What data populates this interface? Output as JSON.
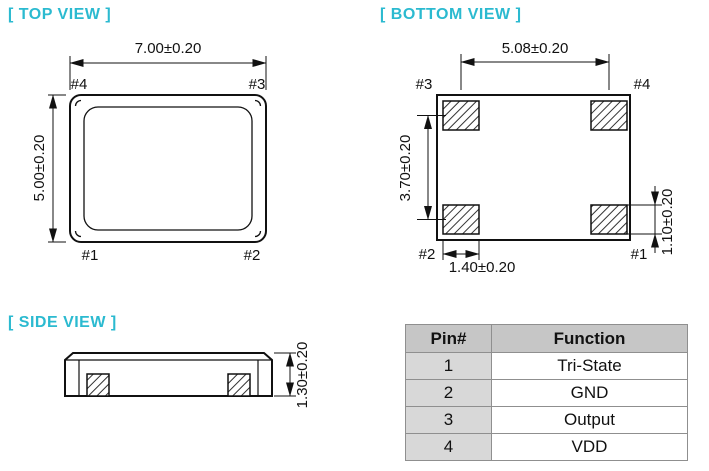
{
  "top_view": {
    "label": "[ TOP VIEW ]",
    "width_dim": "7.00±0.20",
    "height_dim": "5.00±0.20",
    "pin_top_left": "#4",
    "pin_top_right": "#3",
    "pin_bottom_left": "#1",
    "pin_bottom_right": "#2"
  },
  "bottom_view": {
    "label": "[ BOTTOM VIEW ]",
    "width_dim": "5.08±0.20",
    "height_dim": "3.70±0.20",
    "pad_height_dim": "1.10±0.20",
    "pad_width_dim": "1.40±0.20",
    "pin_top_left": "#3",
    "pin_top_right": "#4",
    "pin_bottom_left": "#2",
    "pin_bottom_right": "#1"
  },
  "side_view": {
    "label": "[ SIDE VIEW ]",
    "height_dim": "1.30±0.20"
  },
  "pin_table": {
    "headers": [
      "Pin#",
      "Function"
    ],
    "rows": [
      {
        "pin": "1",
        "function": "Tri-State"
      },
      {
        "pin": "2",
        "function": "GND"
      },
      {
        "pin": "3",
        "function": "Output"
      },
      {
        "pin": "4",
        "function": "VDD"
      }
    ]
  },
  "colors": {
    "accent_cyan": "#2bbad0",
    "line_color": "#111111",
    "table_header_bg": "#c6c6c6",
    "table_pin_col_bg": "#d8d8d8",
    "table_border": "#8f8f8f"
  }
}
